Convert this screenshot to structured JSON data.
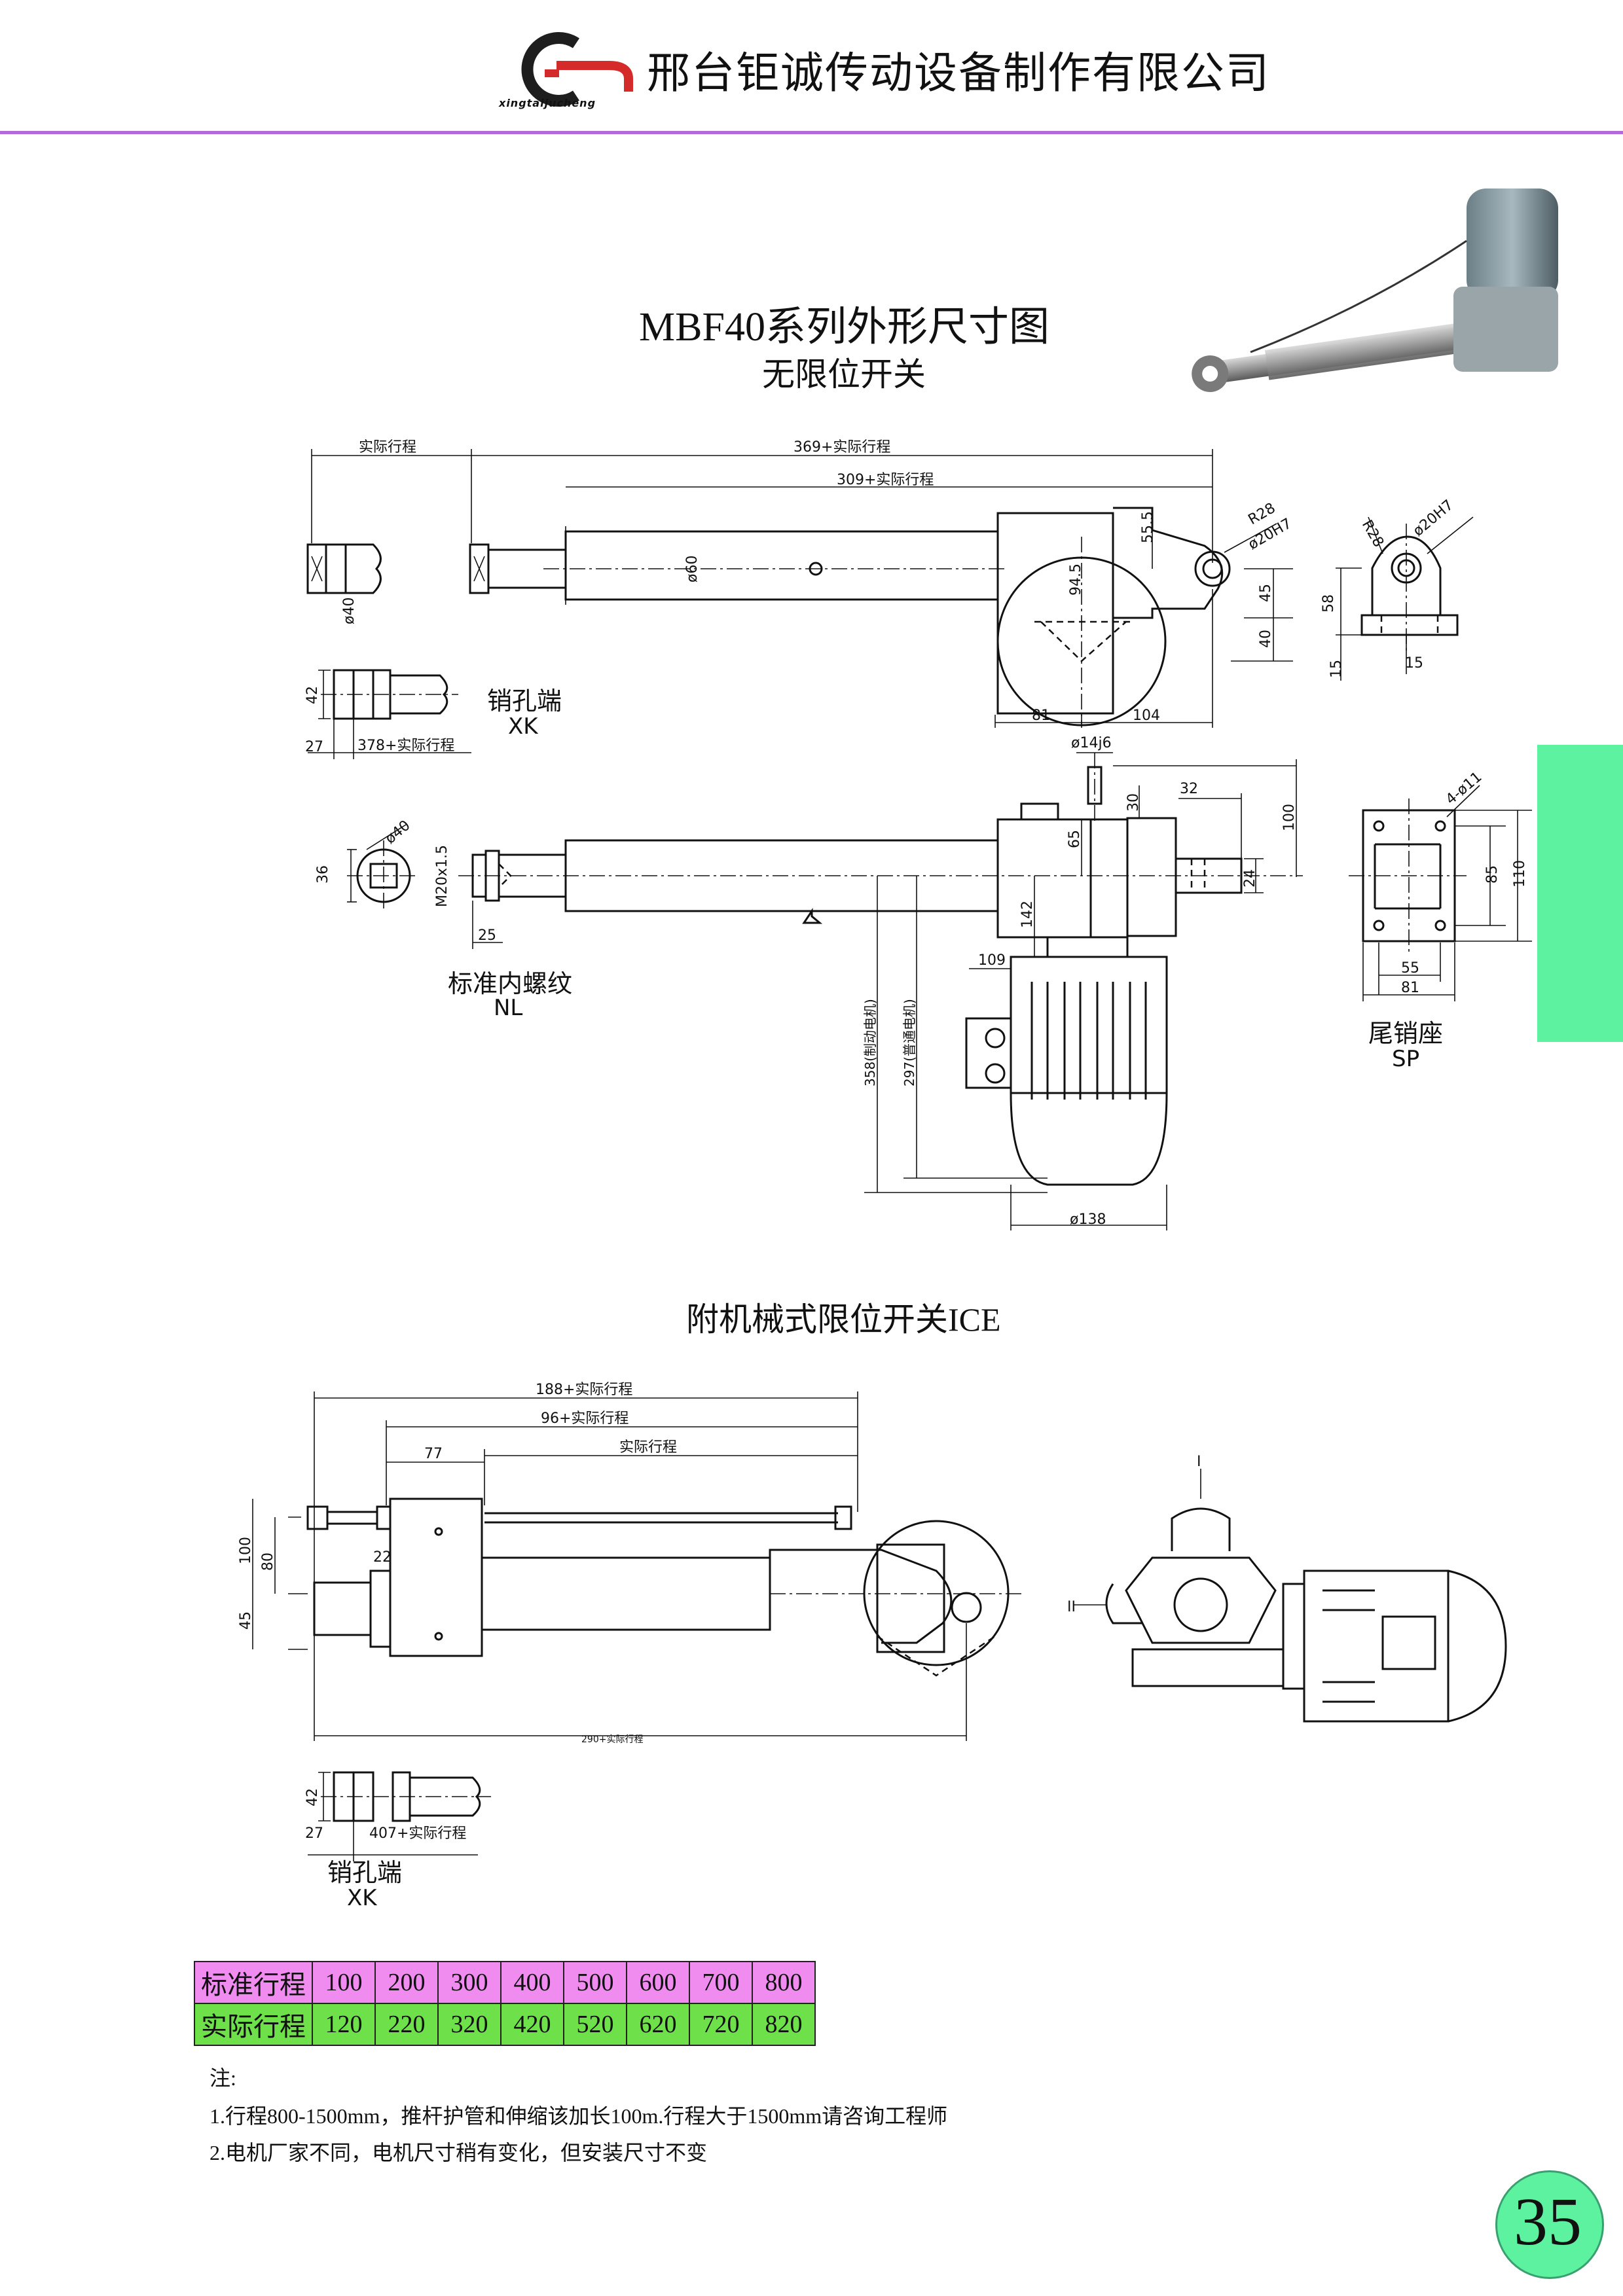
{
  "header": {
    "logo_text": "xingtaijucheng",
    "company_name": "邢台钜诚传动设备制作有限公司",
    "colors": {
      "rule": "#b36ad8",
      "logo_red": "#d42a2a",
      "logo_dark": "#1e1e1e"
    }
  },
  "title": {
    "main": "MBF40系列外形尺寸图",
    "sub": "无限位开关"
  },
  "section2_title": "附机械式限位开关ICE",
  "views": {
    "xk_label": "销孔端",
    "xk_code": "XK",
    "nl_label": "标准内螺纹",
    "nl_code": "NL",
    "sp_label": "尾销座",
    "sp_code": "SP",
    "xk2_label": "销孔端",
    "xk2_code": "XK"
  },
  "dimensions": {
    "top": {
      "actual_stroke": "实际行程",
      "d369": "369+实际行程",
      "d309": "309+实际行程",
      "d40": "ø40",
      "d60": "ø60",
      "d94_5": "94.5",
      "d55_5": "55.5",
      "r28": "R28",
      "d20h7": "ø20H7",
      "d45": "45",
      "d40b": "40",
      "d81": "81",
      "d104": "104",
      "sp_r28": "R28",
      "sp_d20h7": "ø20H7",
      "sp_58": "58",
      "sp_15a": "15",
      "sp_15b": "15",
      "xk_42": "42",
      "xk_27": "27",
      "xk_378": "378+实际行程"
    },
    "mid": {
      "d14j6": "ø14j6",
      "d32": "32",
      "d30": "30",
      "d100": "100",
      "d65": "65",
      "d24": "24",
      "d142": "142",
      "d109": "109",
      "d358": "358(制动电机)",
      "d297": "297(普通电机)",
      "d138": "ø138",
      "nl_d40": "ø40",
      "nl_36": "36",
      "nl_m20": "M20x1.5",
      "nl_25": "25",
      "sp_4d11": "4-ø11",
      "sp_85": "85",
      "sp_110": "110",
      "sp_55": "55",
      "sp_81": "81"
    },
    "ice": {
      "d188": "188+实际行程",
      "d96": "96+实际行程",
      "stroke": "实际行程",
      "d77": "77",
      "d100": "100",
      "d80": "80",
      "d22": "22",
      "d45": "45",
      "d290": "290+实际行程",
      "sec1": "I",
      "sec2": "II",
      "xk_42": "42",
      "xk_27": "27",
      "xk_407": "407+实际行程"
    }
  },
  "stroke_table": {
    "std_label": "标准行程",
    "std_values": [
      "100",
      "200",
      "300",
      "400",
      "500",
      "600",
      "700",
      "800"
    ],
    "act_label": "实际行程",
    "act_values": [
      "120",
      "220",
      "320",
      "420",
      "520",
      "620",
      "720",
      "820"
    ],
    "colors": {
      "std_bg": "#f08cf0",
      "act_bg": "#6ee04a"
    }
  },
  "notes": {
    "label": "注:",
    "items": [
      "1.行程800-1500mm，推杆护管和伸缩该加长100m.行程大于1500mm请咨询工程师",
      "2.电机厂家不同，电机尺寸稍有变化，但安装尺寸不变"
    ]
  },
  "page_number": "35",
  "side_tab_color": "#5df2a0"
}
